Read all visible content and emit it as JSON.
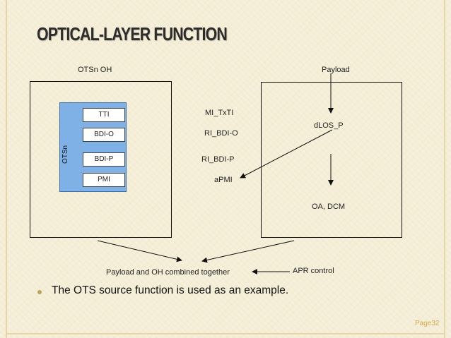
{
  "slide": {
    "title": "OPTICAL-LAYER FUNCTION",
    "page": "Page32"
  },
  "diagram": {
    "otsn_oh_label": "OTSn OH",
    "payload_label": "Payload",
    "otsn_vertical_label": "OTSn",
    "otsn_fields": [
      "TTI",
      "BDI-O",
      "BDI-P",
      "PMI"
    ],
    "signals": {
      "mi_txti": "MI_TxTI",
      "ri_bdi_o": "RI_BDI-O",
      "ri_bdi_p": "RI_BDI-P",
      "apmi": "aPMI",
      "dlos_p": "dLOS_P",
      "oa_dcm": "OA, DCM"
    },
    "combined_label": "Payload and OH combined together",
    "apr_label": "APR control"
  },
  "bullets": [
    "The OTS source function is used as an example."
  ],
  "colors": {
    "background": "#f6f0da",
    "otsn_fill": "#7fb1e6",
    "page_number": "#d6a84a",
    "bullet": "#b9a560"
  }
}
